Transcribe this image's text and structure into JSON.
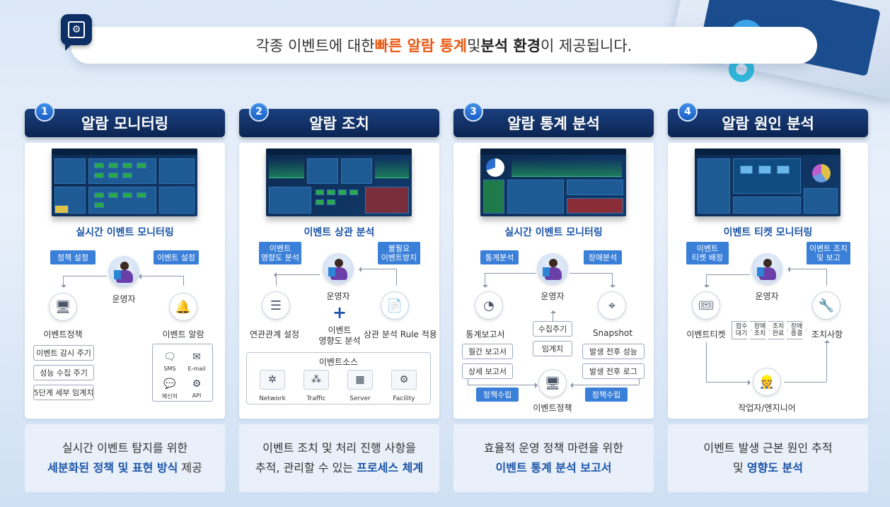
{
  "banner": {
    "pre": "각종 이벤트에 대한 ",
    "hl": "빠른 알람 통계",
    "mid": " 및 ",
    "bold": "분석 환경",
    "post": "이 제공됩니다."
  },
  "columns": [
    {
      "num": "1",
      "title": "알람 모니터링",
      "subtitle": "실시간 이벤트 모니터링",
      "tag_left": "정책 설정",
      "tag_right": "이벤트 설정",
      "operator": "운영자",
      "left_label": "이벤트정책",
      "right_label": "이벤트 알람",
      "items": [
        "이벤트 감시 주기",
        "성능 수집 주기",
        "5단계 세부 임계치"
      ],
      "alarms": [
        "SMS",
        "E-mail",
        "메신저",
        "API"
      ],
      "foot1": "실시간 이벤트 탐지를 위한",
      "foot2_bold": "세분화된 정책 및 표현 방식",
      "foot2_rest": " 제공"
    },
    {
      "num": "2",
      "title": "알람 조치",
      "subtitle": "이벤트 상관 분석",
      "tag_left": "이벤트\n영향도 분석",
      "tag_right": "불필요\n이벤트방지",
      "operator": "운영자",
      "left_label": "연관관계 설정",
      "right_label": "상관 분석 Rule 적용",
      "mid_label": "이벤트\n영향도 분석",
      "source_title": "이벤트소스",
      "sources": [
        "Network",
        "Traffic",
        "Server",
        "Facility"
      ],
      "foot1": "이벤트 조치 및 처리 진행 사항을",
      "foot2_rest": "추적, 관리할 수 있는 ",
      "foot2_bold": "프로세스 체계"
    },
    {
      "num": "3",
      "title": "알람 통계 분석",
      "subtitle": "실시간 이벤트 모니터링",
      "tag_left": "통계분석",
      "tag_right": "장애분석",
      "operator": "운영자",
      "left_label": "통계보고서",
      "right_label": "Snapshot",
      "left_items": [
        "월간 보고서",
        "상세 보고서"
      ],
      "right_items": [
        "발생 전후 성능",
        "발생 전후 로그"
      ],
      "mid_items": [
        "수집주기",
        "임계치"
      ],
      "policy_left": "정책수립",
      "policy_right": "정책수립",
      "bottom_label": "이벤트정책",
      "foot1": "효율적 운영 정책 마련을 위한",
      "foot2_bold": "이벤트 통계 분석 보고서"
    },
    {
      "num": "4",
      "title": "알람 원인 분석",
      "subtitle": "이벤트 티켓 모니터링",
      "tag_left": "이벤트\n티켓 배정",
      "tag_right": "이벤트 조치\n및 보고",
      "operator": "운영자",
      "left_label": "이벤트티켓",
      "right_label": "조치사항",
      "steps": [
        "접수\n대기",
        "장애\n조치",
        "조치\n완료",
        "장애\n종결"
      ],
      "bottom_label": "작업자/엔지니어",
      "foot1": "이벤트 발생 근본 원인 추적",
      "foot2_rest": "및 ",
      "foot2_bold": "영향도 분석"
    }
  ]
}
